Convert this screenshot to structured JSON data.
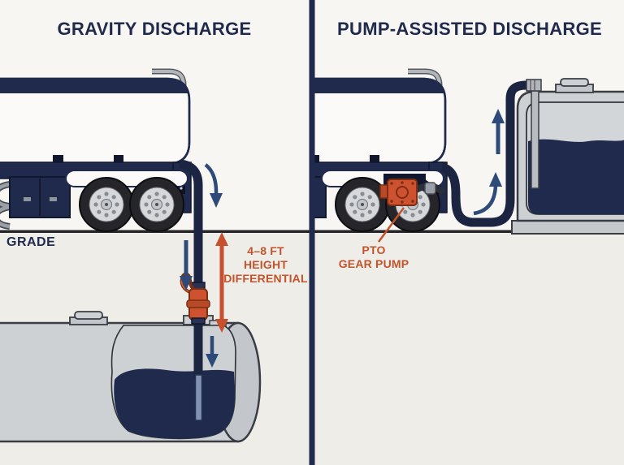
{
  "panels": {
    "left": {
      "title": "GRAVITY DISCHARGE",
      "grade_label": "GRADE",
      "height_differential": {
        "line1": "4–8 FT",
        "line2": "HEIGHT",
        "line3": "DIFFERENTIAL"
      }
    },
    "right": {
      "title": "PUMP-ASSISTED DISCHARGE",
      "pump_label": {
        "line1": "PTO",
        "line2": "GEAR PUMP"
      }
    }
  },
  "icons": {
    "flow_down_arrow": "↓",
    "flow_up_arrow": "↑",
    "height_range_arrow": "↕"
  },
  "colors": {
    "navy": "#1f2a4d",
    "navy_dark": "#10172e",
    "hose_navy": "#1b2440",
    "orange_text": "#c2532b",
    "orange_pump": "#cf5230",
    "arrow_blue": "#2e4a78",
    "tank_grey": "#cdd1d4",
    "outline_grey": "#3a3e44",
    "bg_above_grade": "#f7f6f3",
    "bg_below_grade": "#efede8",
    "grade_line": "#26262a",
    "tank_white": "#fbfaf9",
    "liquid_navy": "#1f2a4d"
  }
}
